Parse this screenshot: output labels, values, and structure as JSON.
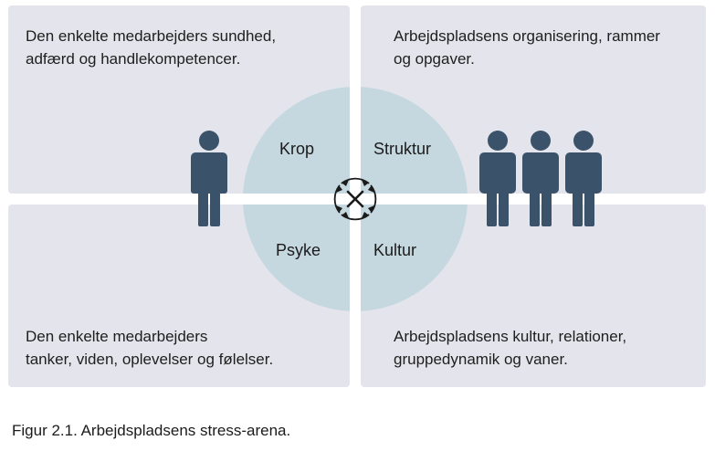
{
  "quadrants": {
    "top_left_text": "Den enkelte medarbejders sundhed,\nadfærd og handlekompetencer.",
    "top_right_text": "Arbejdspladsens organisering, rammer\nog opgaver.",
    "bottom_left_text": "Den enkelte medarbejders\ntanker, viden, oplevelser og følelser.",
    "bottom_right_text": "Arbejdspladsens kultur, relationer,\ngruppedynamik og vaner."
  },
  "circle_labels": {
    "top_left": "Krop",
    "top_right": "Struktur",
    "bottom_left": "Psyke",
    "bottom_right": "Kultur"
  },
  "caption": "Figur 2.1. Arbejdspladsens stress-arena.",
  "colors": {
    "panel": "#e4e4ec",
    "circle": "#c6d8df",
    "person": "#3b536a",
    "gap": "#ffffff"
  },
  "icons": [
    "single-person-icon",
    "group-of-people-icon",
    "cycle-arrows-icon"
  ]
}
